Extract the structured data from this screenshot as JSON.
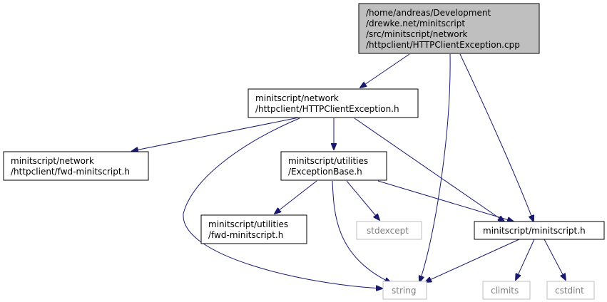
{
  "diagram": {
    "nodes": {
      "root": {
        "lines": [
          "/home/andreas/Development",
          "/drewke.net/minitscript",
          "/src/minitscript/network",
          "/httpclient/HTTPClientException.cpp"
        ]
      },
      "header": {
        "lines": [
          "minitscript/network",
          "/httpclient/HTTPClientException.h"
        ]
      },
      "fwd_network": {
        "lines": [
          "minitscript/network",
          "/httpclient/fwd-minitscript.h"
        ]
      },
      "exception_base": {
        "lines": [
          "minitscript/utilities",
          "/ExceptionBase.h"
        ]
      },
      "fwd_utilities": {
        "lines": [
          "minitscript/utilities",
          "/fwd-minitscript.h"
        ]
      },
      "stdexcept": {
        "lines": [
          "stdexcept"
        ]
      },
      "minitscript_h": {
        "lines": [
          "minitscript/minitscript.h"
        ]
      },
      "string": {
        "lines": [
          "string"
        ]
      },
      "climits": {
        "lines": [
          "climits"
        ]
      },
      "cstdint": {
        "lines": [
          "cstdint"
        ]
      }
    },
    "colors": {
      "edge": "#191970",
      "root_fill": "#bfbfbf",
      "node_border": "#000000",
      "system_border": "#bfbfbf",
      "system_text": "#7f7f7f"
    }
  }
}
